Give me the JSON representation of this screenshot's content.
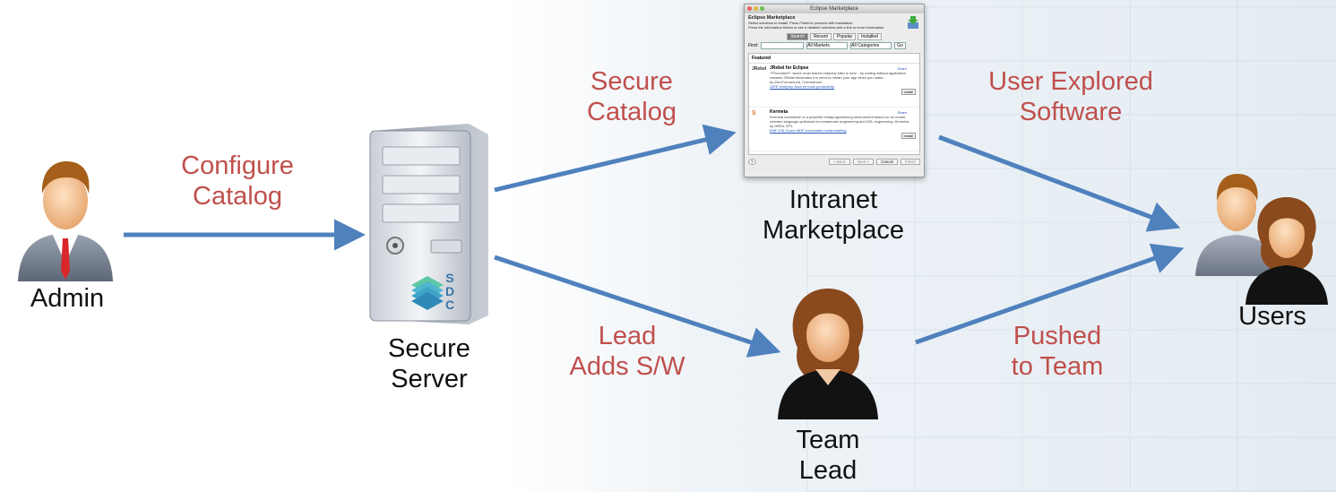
{
  "nodes": {
    "admin": "Admin",
    "server_l1": "Secure",
    "server_l2": "Server",
    "intranet_l1": "Intranet",
    "intranet_l2": "Marketplace",
    "team_l1": "Team",
    "team_l2": "Lead",
    "users": "Users"
  },
  "edges": {
    "configure_l1": "Configure",
    "configure_l2": "Catalog",
    "secure_l1": "Secure",
    "secure_l2": "Catalog",
    "explored_l1": "User Explored",
    "explored_l2": "Software",
    "lead_l1": "Lead",
    "lead_l2": "Adds S/W",
    "pushed_l1": "Pushed",
    "pushed_l2": "to Team"
  },
  "server_logo": {
    "letters": [
      "S",
      "D",
      "C"
    ]
  },
  "marketplace_window": {
    "title": "Eclipse Marketplace",
    "heading": "Eclipse Marketplace",
    "intro_l1": "Select solutions to install. Press Finish to proceed with installation.",
    "intro_l2": "Press the information button to see a detailed overview and a link to more information.",
    "tabs": [
      "Search",
      "Recent",
      "Popular",
      "Installed"
    ],
    "find_label": "Find:",
    "markets": "All Markets",
    "categories": "All Categories",
    "go": "Go",
    "featured": "Featured",
    "entries": [
      {
        "icon": "JRebel",
        "name": "JRebel for Eclipse",
        "desc": "**Promoted** Java's most feared redeploy killer is here - try coding without application restarts! JRebel eliminates the need to restart your app when you make...",
        "by": "by ZeroTurnaround, Commercial",
        "tags": "J2EE redeploy Java ee tools productivity",
        "share": "Share",
        "install": "Install"
      },
      {
        "icon": "S",
        "name": "Kermeta",
        "desc": "Kermeta workbench is a powerful metaprogramming environment based on an model- oriented language optimized for metamodel engineering and DSL engineering. Kermeta...",
        "by": "by INRIA, EPL",
        "tags": "EMF DSL Ecore MDE executable metamodeling",
        "share": "Share",
        "install": "Install"
      }
    ],
    "footer_buttons": [
      "< Back",
      "Next >",
      "Cancel",
      "Finish"
    ]
  },
  "colors": {
    "arrow": "#4f81bd",
    "edge_label": "#c0504d",
    "node_label": "#111111"
  }
}
